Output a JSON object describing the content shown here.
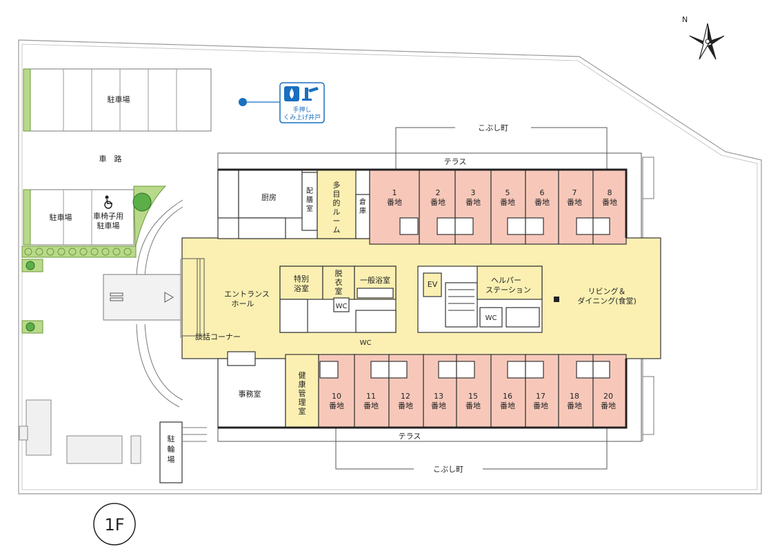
{
  "floor_label": "1F",
  "compass_letter": "N",
  "well_label_1": "手押し",
  "well_label_2": "くみ上げ井戸",
  "parking_top": "駐車場",
  "road": "車　路",
  "parking_left": "駐車場",
  "wheelchair_parking_1": "車椅子用",
  "wheelchair_parking_2": "駐車場",
  "bicycle_parking": [
    "駐",
    "輪",
    "場"
  ],
  "town_top": "こぶし町",
  "town_bottom": "こぶし町",
  "terrace_top": "テラス",
  "terrace_bottom": "テラス",
  "kitchen": "厨房",
  "serving_room": [
    "配",
    "膳",
    "室"
  ],
  "multipurpose_room": [
    "多",
    "目",
    "的",
    "ル",
    "ー",
    "ム"
  ],
  "storage": [
    "倉",
    "庫"
  ],
  "entrance_hall_1": "エントランス",
  "entrance_hall_2": "ホール",
  "lounge_corner": "談話コーナー",
  "special_bath_1": "特別",
  "special_bath_2": "浴室",
  "changing_room": [
    "脱",
    "衣",
    "室"
  ],
  "general_bath": "一般浴室",
  "wc": "WC",
  "ev": "EV",
  "helper_station_1": "ヘルパー",
  "helper_station_2": "ステーション",
  "living_dining_1": "リビング＆",
  "living_dining_2": "ダイニング(食堂)",
  "office": "事務室",
  "health_room": [
    "健",
    "康",
    "管",
    "理",
    "室"
  ],
  "unit_suffix": "番地",
  "units_top": [
    "1",
    "2",
    "3",
    "5",
    "6",
    "7",
    "8"
  ],
  "units_bottom": [
    "10",
    "11",
    "12",
    "13",
    "15",
    "16",
    "17",
    "18",
    "20"
  ],
  "colors": {
    "room_pink": "#f7c8ba",
    "room_yellow": "#fbf0b2",
    "green": "#5cae48",
    "blue": "#1a6fbf"
  }
}
